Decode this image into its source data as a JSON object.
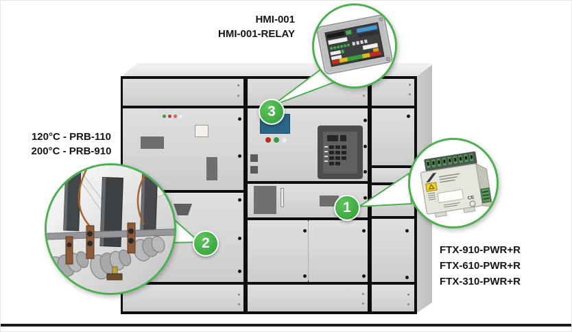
{
  "diagram": {
    "labels": {
      "hmi": [
        "HMI-001",
        "HMI-001-RELAY"
      ],
      "probe": [
        "120°C - PRB-110",
        "200°C - PRB-910"
      ],
      "ftx": [
        "FTX-910-PWR+R",
        "FTX-610-PWR+R",
        "FTX-310-PWR+R"
      ]
    },
    "callouts": {
      "one": "1",
      "two": "2",
      "three": "3"
    },
    "ftx_module": {
      "ce_mark": "CE"
    },
    "colors": {
      "callout_green": "#3fae49",
      "inset_ring_green": "#4cb051",
      "cabinet_front_gray": "#d8d8d8",
      "cabinet_top_gray": "#ebebeb",
      "cabinet_side_gray": "#c6c6c6",
      "hmi_mounted_screen_blue": "#2c6486",
      "status_green": "#2e9e3c",
      "status_red": "#c0392b"
    }
  }
}
